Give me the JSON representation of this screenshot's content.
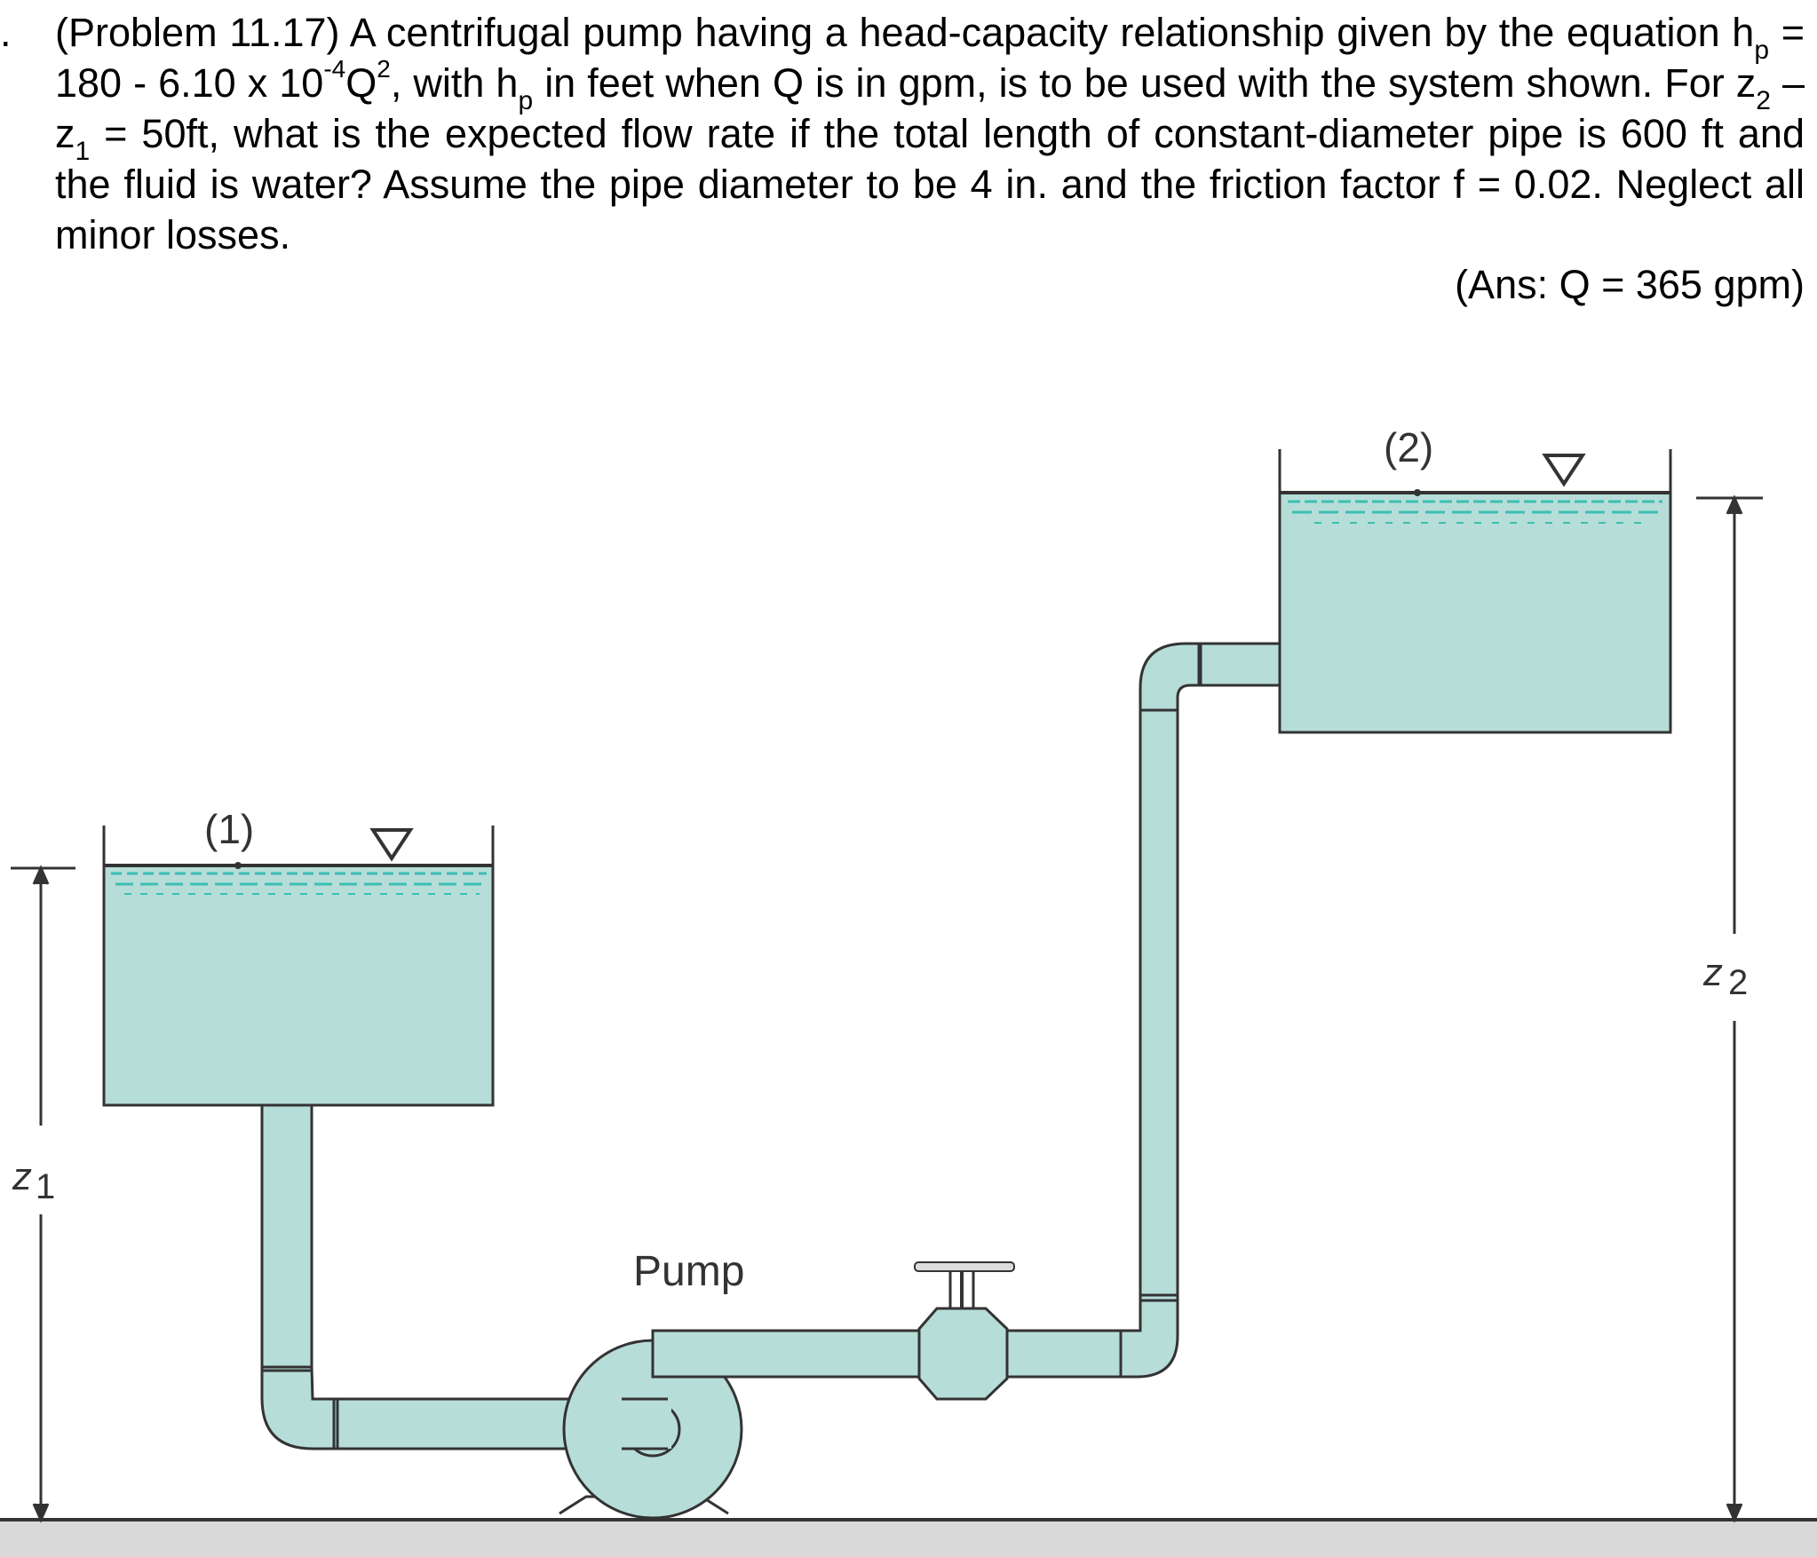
{
  "problem": {
    "bullet": ".",
    "p1": "(Problem 11.17)  A centrifugal pump having a head-capacity relationship given by the equation h",
    "sub_p1": "p",
    "p2": " = 180 - 6.10 x 10",
    "sup_neg4": "-4",
    "p3": "Q",
    "sup_2": "2",
    "p4": ", with h",
    "sub_p2": "p",
    "p5": " in feet when Q is in gpm, is to be used with the system shown.  For z",
    "sub_2": "2",
    "p6": " – z",
    "sub_1": "1",
    "p7": " = 50ft, what is the expected flow rate if the total length of constant-diameter pipe is 600 ft and the fluid is water?  Assume the pipe diameter to be 4 in. and the friction factor f = 0.02.  Neglect all minor losses."
  },
  "answer": "(Ans: Q = 365 gpm)",
  "diagram": {
    "label_point1": "(1)",
    "label_point2": "(2)",
    "label_pump": "Pump",
    "label_z1_letter": "z",
    "label_z1_sub": "1",
    "label_z2_letter": "z",
    "label_z2_sub": "2",
    "colors": {
      "water": "#b7ddd8",
      "surface": "#3bbfb3",
      "outline": "#333333",
      "ground": "#d9d9d9"
    }
  }
}
